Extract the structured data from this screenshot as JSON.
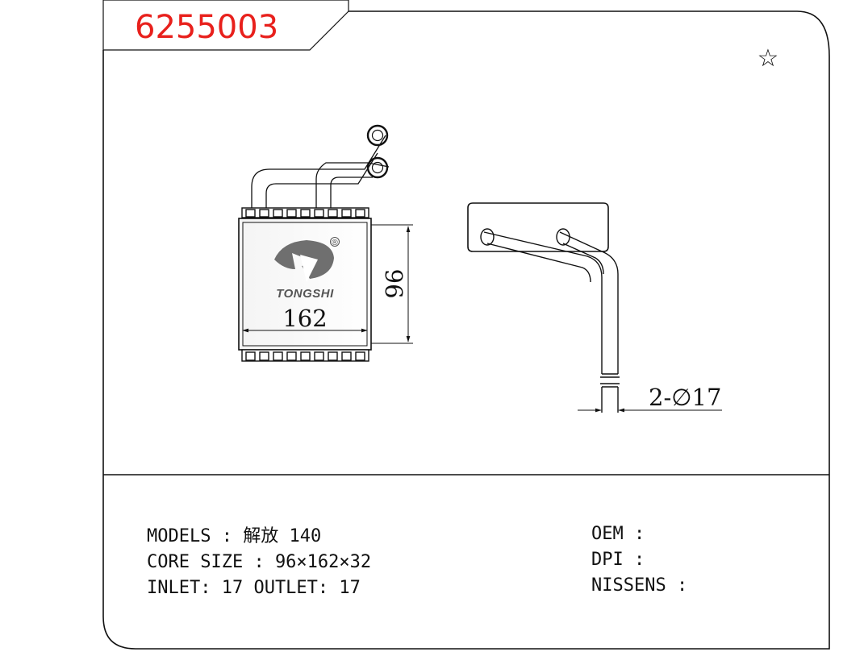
{
  "part_number": "6255003",
  "favorite_icon": "star-outline-icon",
  "drawing": {
    "brand_logo_text": "TONGSHI",
    "registered_mark": "®",
    "dim_height": "96",
    "dim_width": "162",
    "dim_pipes": "2-∅17"
  },
  "specs": {
    "models": "MODELS : 解放 140",
    "core_size": "CORE SIZE : 96×162×32",
    "inlet_outlet": "INLET: 17  OUTLET: 17",
    "oem": "OEM :",
    "dpi": "DPI :",
    "nissens": "NISSENS :"
  }
}
